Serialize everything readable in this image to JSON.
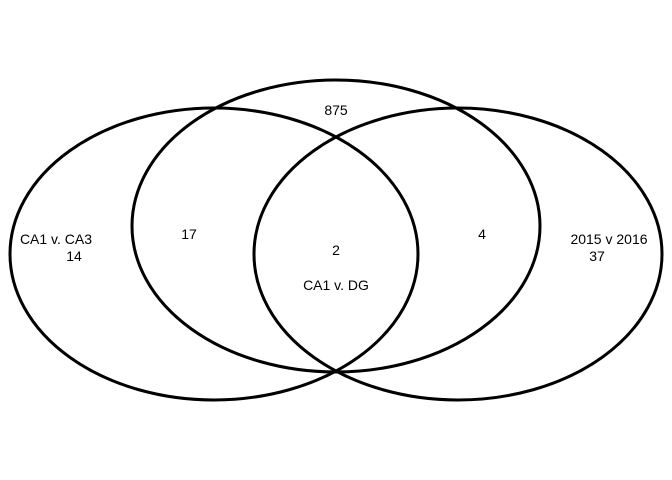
{
  "diagram": {
    "type": "venn",
    "sets": [
      {
        "id": "left",
        "label": "CA1 v. CA3",
        "only_count": "14"
      },
      {
        "id": "middle",
        "label": "CA1 v. DG",
        "only_count": "875"
      },
      {
        "id": "right",
        "label": "2015 v 2016",
        "only_count": "37"
      }
    ],
    "intersections": {
      "left_middle": "17",
      "middle_right": "4",
      "left_middle_right": "2"
    },
    "stroke_color": "#000000"
  }
}
